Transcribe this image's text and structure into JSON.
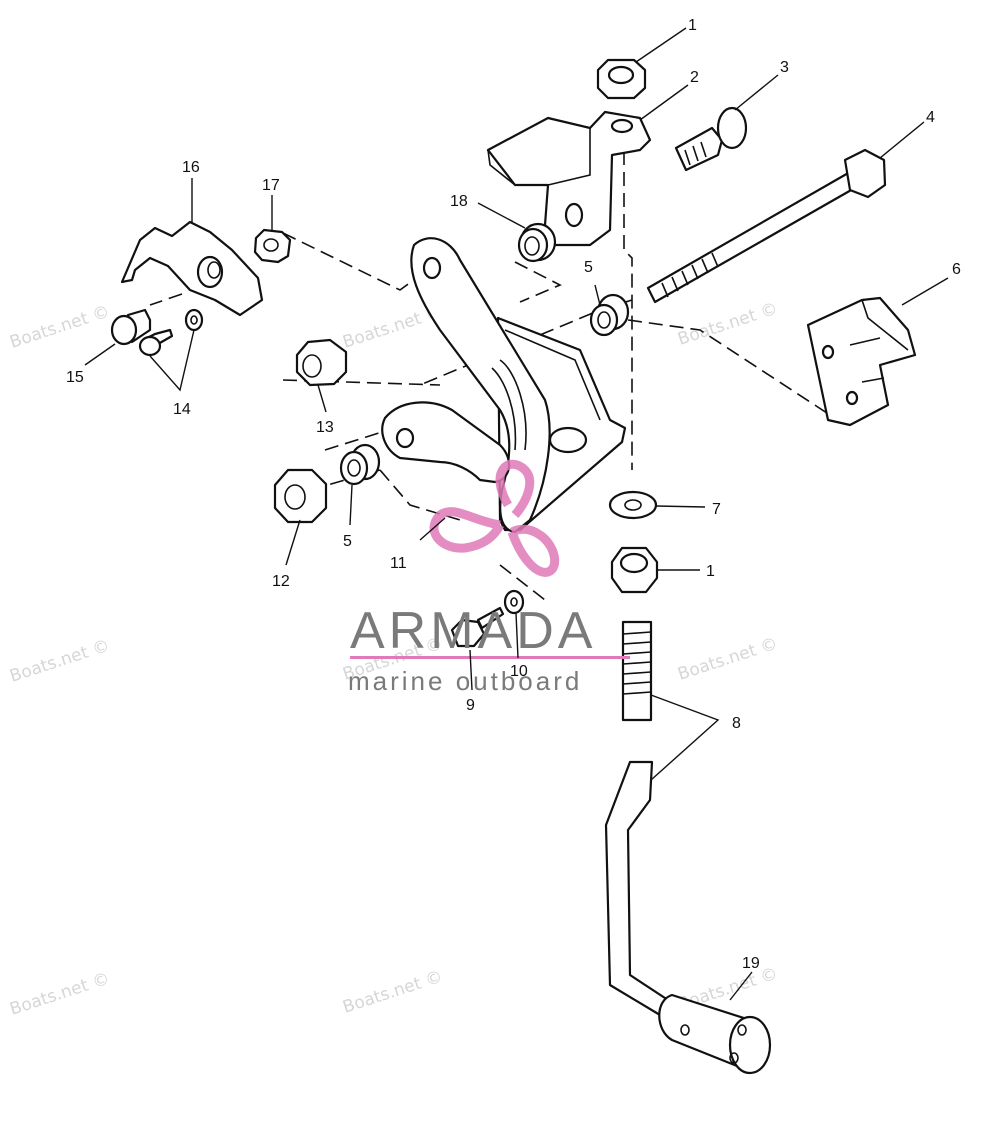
{
  "watermark": {
    "text": "Boats.net ©"
  },
  "brand": {
    "name": "ARMADA",
    "tagline": "marine outboard",
    "logo_color": "#e07ab8",
    "text_color": "#7a7a7a"
  },
  "callouts": {
    "c1_top": "1",
    "c2": "2",
    "c3": "3",
    "c4": "4",
    "c5_right": "5",
    "c6": "6",
    "c7": "7",
    "c1_mid": "1",
    "c8": "8",
    "c9": "9",
    "c10": "10",
    "c11": "11",
    "c12": "12",
    "c5_left": "5",
    "c13": "13",
    "c14": "14",
    "c15": "15",
    "c16": "16",
    "c17": "17",
    "c18": "18",
    "c19": "19"
  }
}
